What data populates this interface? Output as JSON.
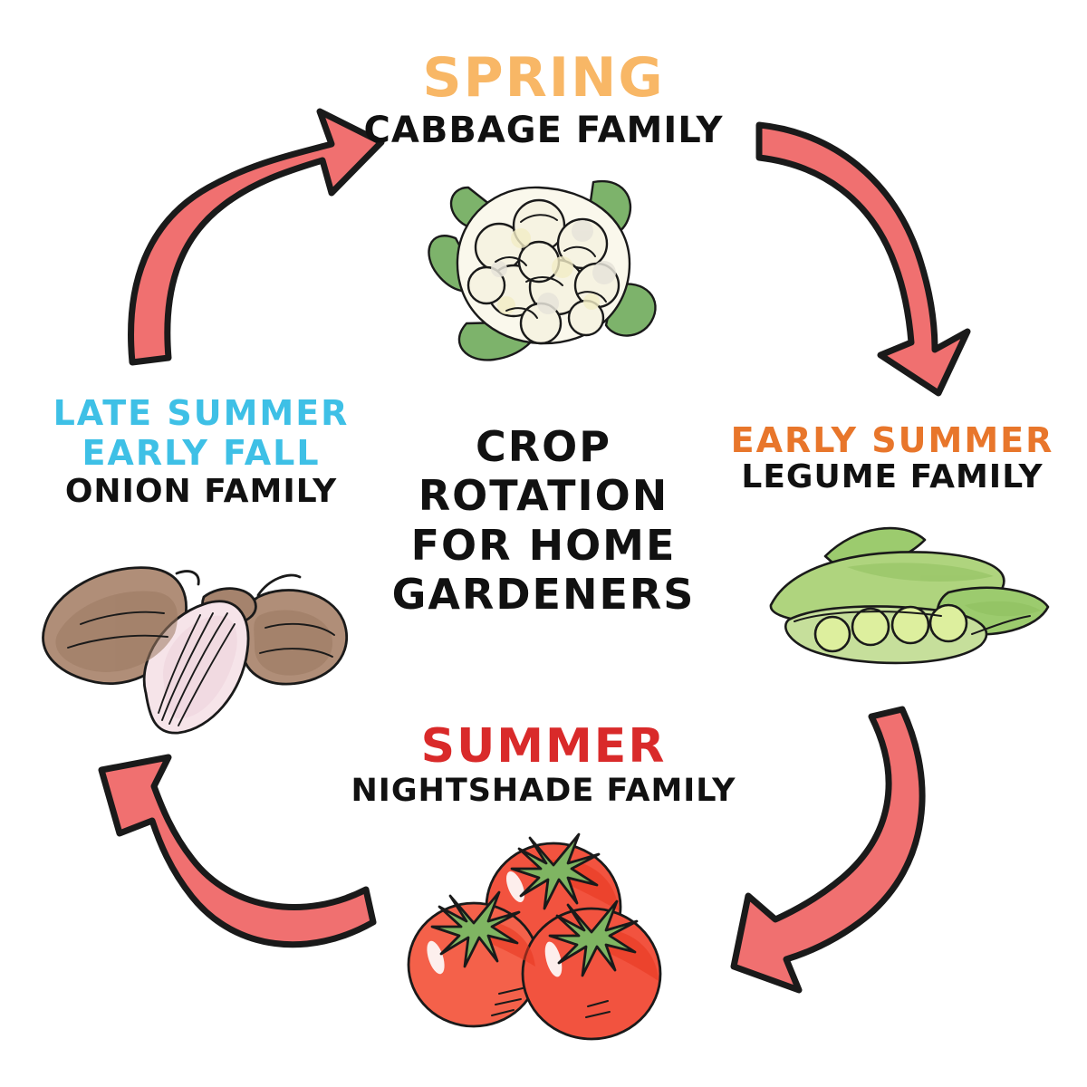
{
  "diagram": {
    "title_lines": [
      "CROP",
      "ROTATION",
      "FOR HOME",
      "GARDENERS"
    ],
    "colors": {
      "spring": "#F8B766",
      "early_summer": "#E8762B",
      "summer": "#D92A2A",
      "late_summer_early_fall": "#3EC0E6",
      "family_text": "#111111",
      "arrow_fill": "#F07070",
      "arrow_outline": "#1A1A1A",
      "background": "#FFFFFF"
    },
    "stages": [
      {
        "id": "spring",
        "season_lines": [
          "SPRING"
        ],
        "family": "CABBAGE FAMILY",
        "illustration": "cauliflower-illustration",
        "position": "top"
      },
      {
        "id": "early-summer",
        "season_lines": [
          "EARLY SUMMER"
        ],
        "family": "LEGUME FAMILY",
        "illustration": "pea-pods-illustration",
        "position": "right"
      },
      {
        "id": "summer",
        "season_lines": [
          "SUMMER"
        ],
        "family": "NIGHTSHADE FAMILY",
        "illustration": "tomatoes-illustration",
        "position": "bottom"
      },
      {
        "id": "late-summer-early-fall",
        "season_lines": [
          "LATE SUMMER",
          "EARLY FALL"
        ],
        "family": "ONION FAMILY",
        "illustration": "garlic-cloves-illustration",
        "position": "left"
      }
    ],
    "arrows": [
      {
        "id": "arrow-left-to-spring",
        "from": "late-summer-early-fall",
        "to": "spring",
        "direction": "up-right"
      },
      {
        "id": "arrow-spring-to-early-summer",
        "from": "spring",
        "to": "early-summer",
        "direction": "down"
      },
      {
        "id": "arrow-early-summer-to-summer",
        "from": "early-summer",
        "to": "summer",
        "direction": "down-left"
      },
      {
        "id": "arrow-summer-to-late-summer",
        "from": "summer",
        "to": "late-summer-early-fall",
        "direction": "up-left"
      }
    ]
  },
  "chart_data": {
    "type": "diagram",
    "title": "CROP ROTATION FOR HOME GARDENERS",
    "categories": [
      "SPRING",
      "EARLY SUMMER",
      "SUMMER",
      "LATE SUMMER EARLY FALL"
    ],
    "values": [
      "CABBAGE FAMILY",
      "LEGUME FAMILY",
      "NIGHTSHADE FAMILY",
      "ONION FAMILY"
    ],
    "cycle_order": [
      "SPRING",
      "EARLY SUMMER",
      "SUMMER",
      "LATE SUMMER EARLY FALL"
    ],
    "legend_position": "none",
    "grid": false
  }
}
